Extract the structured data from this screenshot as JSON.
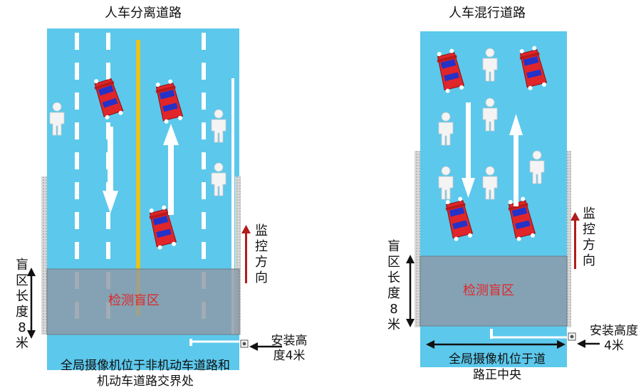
{
  "left_diagram": {
    "title": "人车分离道路",
    "monitor_direction": "监控方向",
    "blind_length": "盲区长度8米",
    "blind_zone_label": "检测盲区",
    "install_height": "安装高度4米",
    "camera_position": "全局摄像机位于非机动车道路和机动车道路交界处"
  },
  "right_diagram": {
    "title": "人车混行道路",
    "monitor_direction": "监控方向",
    "blind_length": "盲区长度8米",
    "blind_zone_label": "检测盲区",
    "install_height": "安装高度4米",
    "camera_position": "全局摄像机位于道路正中央"
  },
  "colors": {
    "road": "#5cc8ec",
    "lane_line": "#ffffff",
    "center_line": "#e8c21a",
    "blind_zone": "#8d9aa6",
    "car_body": "#e0262b",
    "car_window": "#2432c8",
    "monitor_arrow": "#b01c1c",
    "label_red": "#e0262b"
  },
  "icons": [
    "car-icon",
    "pedestrian-icon",
    "arrow-up-icon",
    "arrow-down-icon",
    "camera-icon"
  ]
}
